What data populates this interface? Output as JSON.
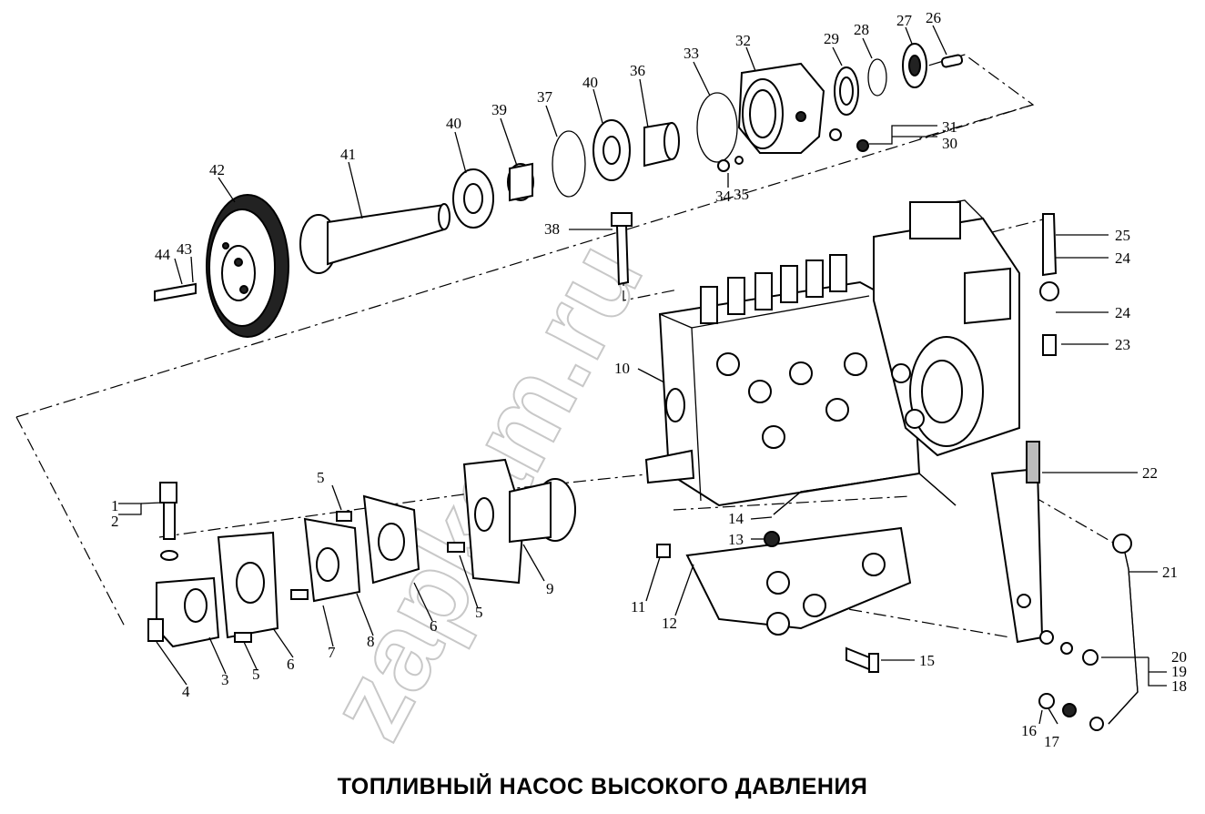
{
  "title": "ТОПЛИВНЫЙ НАСОС ВЫСОКОГО ДАВЛЕНИЯ",
  "watermark": "zapkam.ru",
  "callouts": [
    "1",
    "2",
    "3",
    "4",
    "5",
    "5",
    "5",
    "5",
    "6",
    "6",
    "7",
    "8",
    "9",
    "10",
    "11",
    "12",
    "13",
    "14",
    "15",
    "16",
    "17",
    "18",
    "19",
    "20",
    "21",
    "22",
    "23",
    "24",
    "24",
    "25",
    "26",
    "27",
    "28",
    "29",
    "30",
    "31",
    "32",
    "33",
    "34",
    "35",
    "36",
    "37",
    "38",
    "39",
    "40",
    "40",
    "41",
    "42",
    "43",
    "44"
  ]
}
